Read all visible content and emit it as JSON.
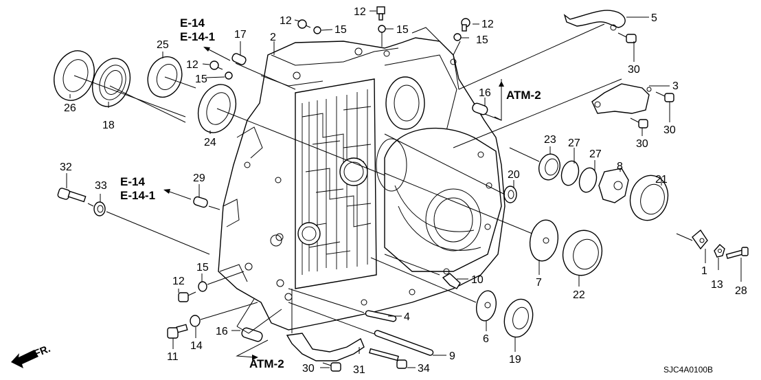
{
  "diagram": {
    "title": "Transmission housing exploded view",
    "drawing_code": "SJC4A0100B",
    "front_marker": "FR.",
    "cross_references": [
      {
        "id": "e14-top",
        "lines": [
          "E-14",
          "E-14-1"
        ]
      },
      {
        "id": "e14-left",
        "lines": [
          "E-14",
          "E-14-1"
        ]
      },
      {
        "id": "atm2-right",
        "lines": [
          "ATM-2"
        ]
      },
      {
        "id": "atm2-bottom",
        "lines": [
          "ATM-2"
        ]
      }
    ],
    "callouts": [
      {
        "id": "c1",
        "label": "1"
      },
      {
        "id": "c2",
        "label": "2"
      },
      {
        "id": "c3",
        "label": "3"
      },
      {
        "id": "c4",
        "label": "4"
      },
      {
        "id": "c5",
        "label": "5"
      },
      {
        "id": "c6",
        "label": "6"
      },
      {
        "id": "c7",
        "label": "7"
      },
      {
        "id": "c8",
        "label": "8"
      },
      {
        "id": "c9",
        "label": "9"
      },
      {
        "id": "c10",
        "label": "10"
      },
      {
        "id": "c11",
        "label": "11"
      },
      {
        "id": "c12a",
        "label": "12"
      },
      {
        "id": "c12b",
        "label": "12"
      },
      {
        "id": "c12c",
        "label": "12"
      },
      {
        "id": "c12d",
        "label": "12"
      },
      {
        "id": "c12e",
        "label": "12"
      },
      {
        "id": "c13",
        "label": "13"
      },
      {
        "id": "c14",
        "label": "14"
      },
      {
        "id": "c15a",
        "label": "15"
      },
      {
        "id": "c15b",
        "label": "15"
      },
      {
        "id": "c15c",
        "label": "15"
      },
      {
        "id": "c15d",
        "label": "15"
      },
      {
        "id": "c15e",
        "label": "15"
      },
      {
        "id": "c16a",
        "label": "16"
      },
      {
        "id": "c16b",
        "label": "16"
      },
      {
        "id": "c17",
        "label": "17"
      },
      {
        "id": "c18",
        "label": "18"
      },
      {
        "id": "c19",
        "label": "19"
      },
      {
        "id": "c20",
        "label": "20"
      },
      {
        "id": "c21",
        "label": "21"
      },
      {
        "id": "c22",
        "label": "22"
      },
      {
        "id": "c23",
        "label": "23"
      },
      {
        "id": "c24",
        "label": "24"
      },
      {
        "id": "c25",
        "label": "25"
      },
      {
        "id": "c26",
        "label": "26"
      },
      {
        "id": "c27a",
        "label": "27"
      },
      {
        "id": "c27b",
        "label": "27"
      },
      {
        "id": "c28",
        "label": "28"
      },
      {
        "id": "c29",
        "label": "29"
      },
      {
        "id": "c30a",
        "label": "30"
      },
      {
        "id": "c30b",
        "label": "30"
      },
      {
        "id": "c30c",
        "label": "30"
      },
      {
        "id": "c30d",
        "label": "30"
      },
      {
        "id": "c31",
        "label": "31"
      },
      {
        "id": "c32",
        "label": "32"
      },
      {
        "id": "c33",
        "label": "33"
      },
      {
        "id": "c34",
        "label": "34"
      }
    ]
  }
}
